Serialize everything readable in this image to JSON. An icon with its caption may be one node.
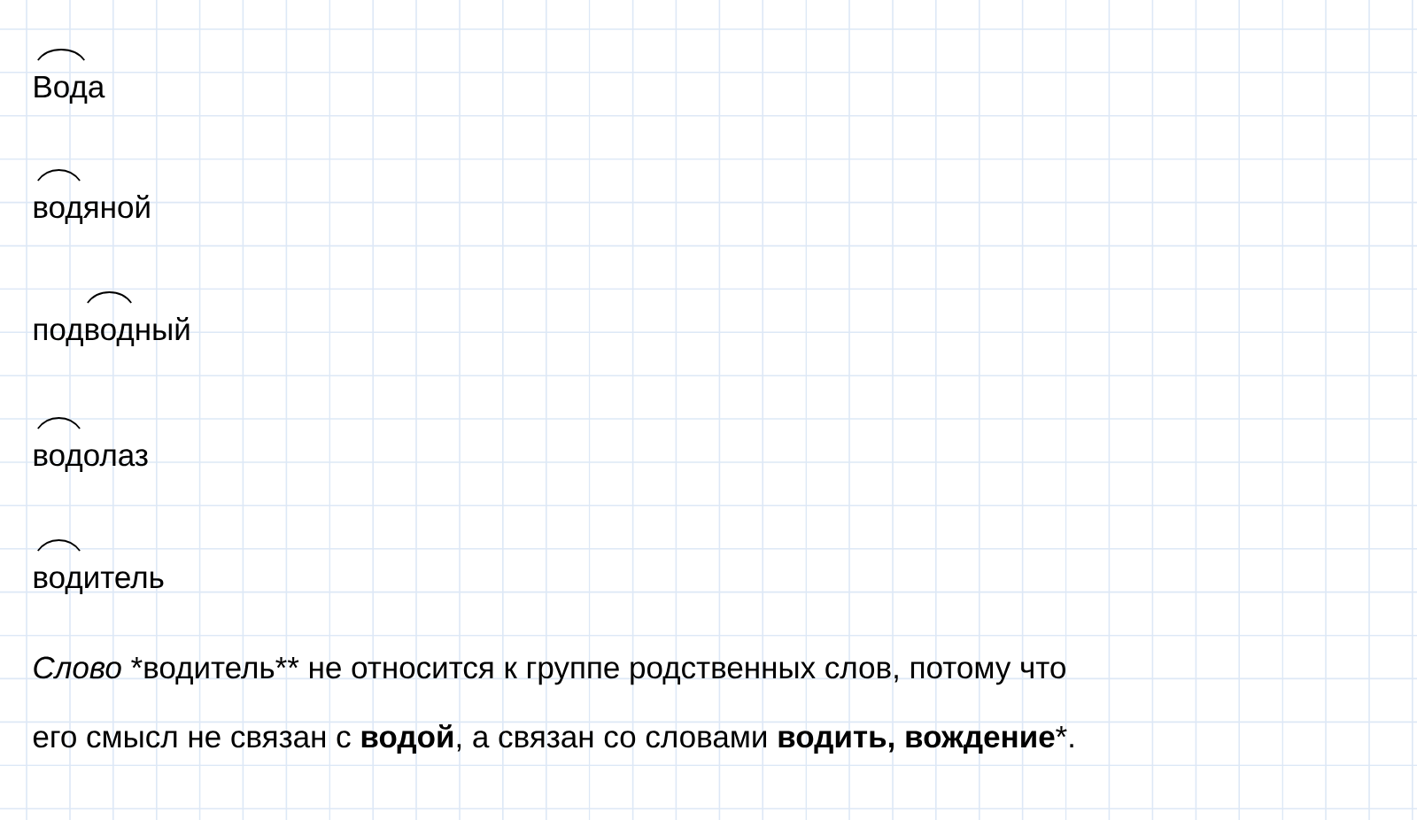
{
  "diagram": {
    "labels": [
      "Вода",
      "водяной",
      "подводный",
      "водолаз",
      "водитель",
      "Слово",
      "*",
      "водитель",
      "**",
      "не относится к группе родственных слов, потому что",
      "его смысл не связан с",
      "водой",
      ", а связан со словами",
      "водить, вождение",
      "*."
    ]
  }
}
